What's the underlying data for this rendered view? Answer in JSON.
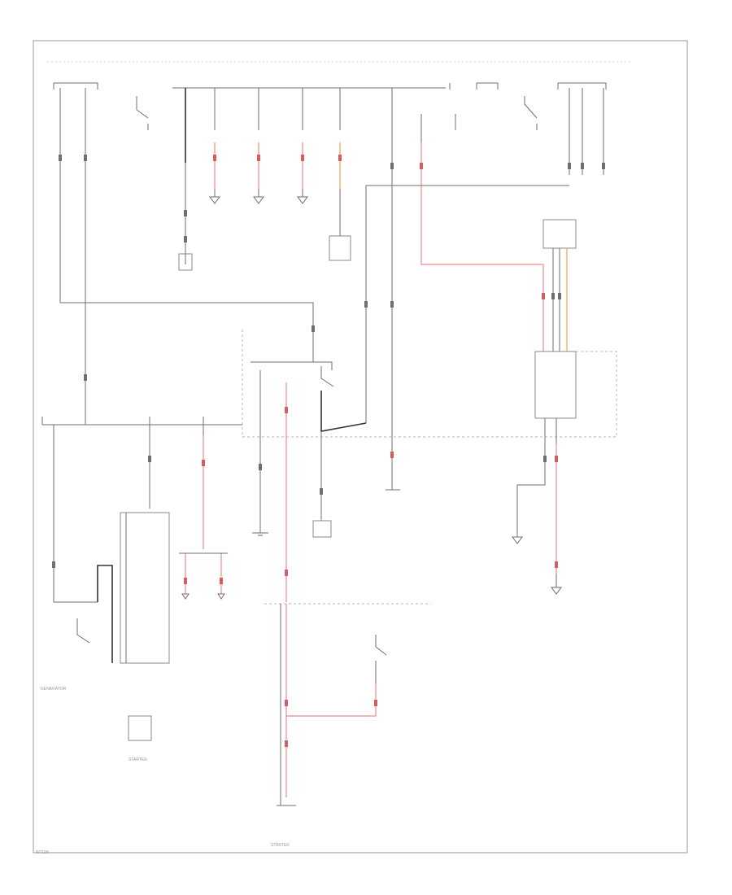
{
  "diagram": {
    "footer_code": "W7108",
    "labels": {
      "starter_bottom": "STARTER",
      "starter_left": "STARTER",
      "generator": "GENERATOR"
    }
  }
}
